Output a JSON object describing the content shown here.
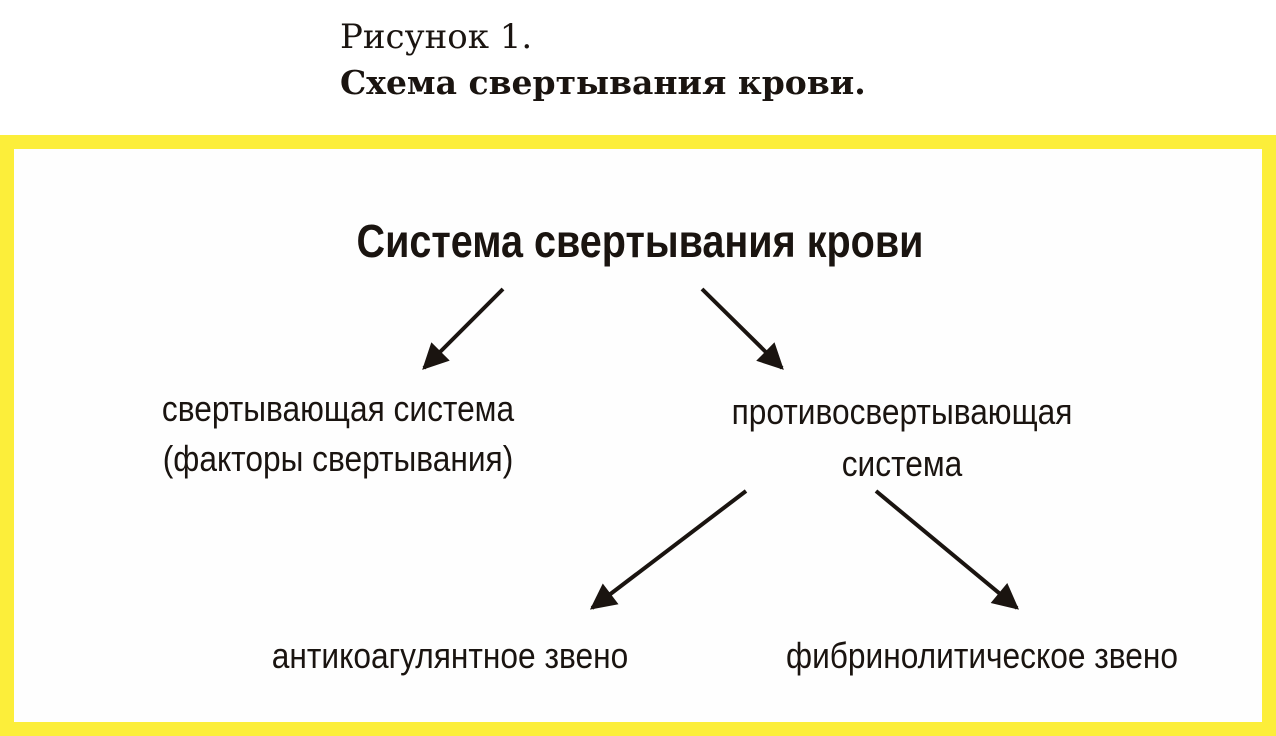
{
  "caption": {
    "figure_label": "Рисунок 1.",
    "title": "Схема свертывания крови."
  },
  "diagram": {
    "frame_color": "#fcee3a",
    "root": "Система свертывания крови",
    "coagulating_system": {
      "line1": "свертывающая система",
      "line2": "(факторы свертывания)"
    },
    "anticoagulating_system": {
      "line1": "противосвертывающая",
      "line2": "система"
    },
    "anticoagulant_link": "антикоагулянтное звено",
    "fibrinolytic_link": "фибринолитическое звено"
  }
}
